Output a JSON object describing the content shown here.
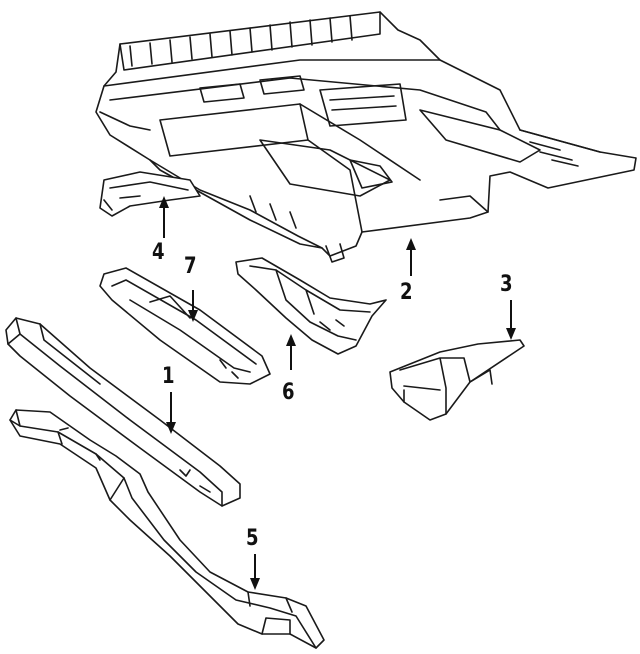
{
  "diagram": {
    "callouts": [
      {
        "id": "1",
        "label": "1"
      },
      {
        "id": "2",
        "label": "2"
      },
      {
        "id": "3",
        "label": "3"
      },
      {
        "id": "4",
        "label": "4"
      },
      {
        "id": "5",
        "label": "5"
      },
      {
        "id": "6",
        "label": "6"
      },
      {
        "id": "7",
        "label": "7"
      }
    ],
    "line_color": "#1a1a1a",
    "background": "#ffffff"
  }
}
